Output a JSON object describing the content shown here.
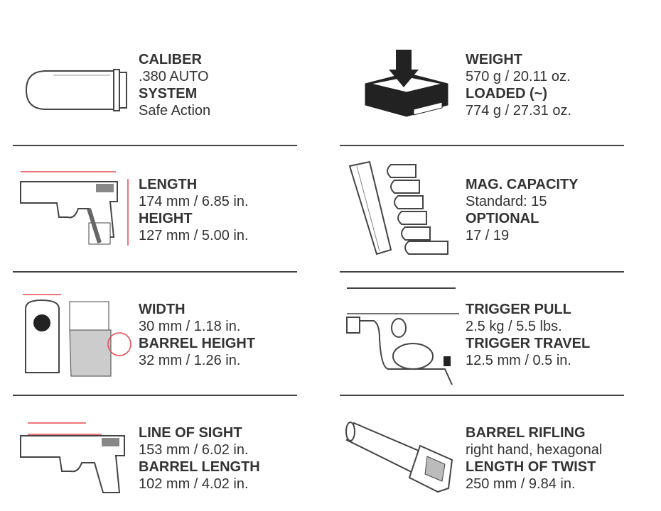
{
  "specs": [
    {
      "icon": "cartridge-icon",
      "label1": "CALIBER",
      "value1": ".380 AUTO",
      "label2": "SYSTEM",
      "value2": "Safe Action"
    },
    {
      "icon": "scale-weight-icon",
      "label1": "WEIGHT",
      "value1": "570 g / 20.11 oz.",
      "label2": "LOADED (~)",
      "value2": "774 g / 27.31 oz."
    },
    {
      "icon": "pistol-length-height-icon",
      "label1": "LENGTH",
      "value1": "174 mm / 6.85 in.",
      "label2": "HEIGHT",
      "value2": "127 mm / 5.00 in."
    },
    {
      "icon": "magazine-cartridges-icon",
      "label1": "MAG. CAPACITY",
      "value1": "Standard: 15",
      "label2": "OPTIONAL",
      "value2": "17 / 19"
    },
    {
      "icon": "pistol-width-icon",
      "label1": "WIDTH",
      "value1": "30 mm / 1.18 in.",
      "label2": "BARREL HEIGHT",
      "value2": "32 mm / 1.26 in."
    },
    {
      "icon": "trigger-icon",
      "label1": "TRIGGER PULL",
      "value1": "2.5 kg / 5.5 lbs.",
      "label2": "TRIGGER TRAVEL",
      "value2": "12.5 mm / 0.5 in."
    },
    {
      "icon": "pistol-sight-line-icon",
      "label1": "LINE OF SIGHT",
      "value1": "153 mm / 6.02 in.",
      "label2": "BARREL LENGTH",
      "value2": "102 mm / 4.02 in."
    },
    {
      "icon": "barrel-icon",
      "label1": "BARREL RIFLING",
      "value1": "right hand, hexagonal",
      "label2": "LENGTH OF TWIST",
      "value2": "250 mm / 9.84 in."
    }
  ],
  "colors": {
    "text": "#333333",
    "divider": "#444444",
    "dimension": "#e8484f"
  }
}
